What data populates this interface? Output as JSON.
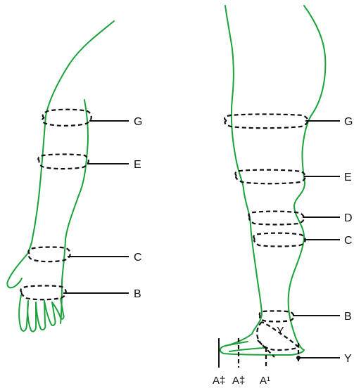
{
  "arm_labels": {
    "g": "G",
    "e": "E",
    "c": "C",
    "b": "B"
  },
  "leg_labels": {
    "g": "G",
    "e": "E",
    "d": "D",
    "c": "C",
    "b": "B",
    "y_right": "Y",
    "y_ankle": "Y"
  },
  "foot_labels": {
    "a_left": "A‡",
    "a_mid": "A‡",
    "a_right": "A¹"
  },
  "colors": {
    "outline": "#1aa33a",
    "ink": "#111111"
  }
}
